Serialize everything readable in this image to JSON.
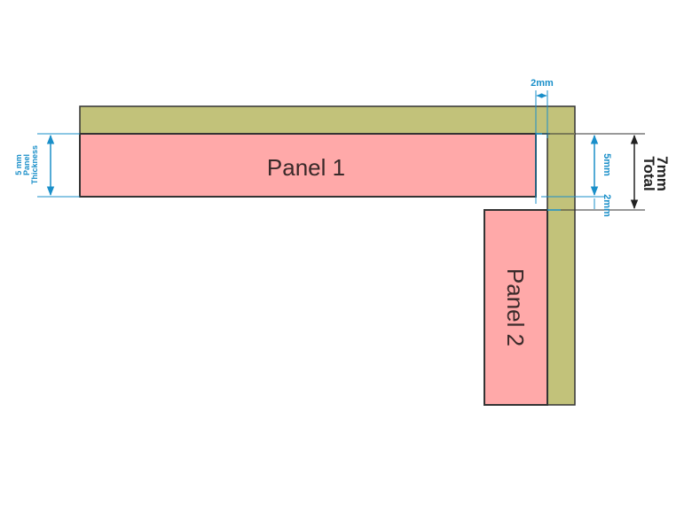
{
  "colors": {
    "wood": "#c2c27a",
    "panel": "#ffa9a9",
    "dimension": "#1a8fc9",
    "outline": "#333333"
  },
  "panels": {
    "panel1": "Panel 1",
    "panel2": "Panel 2"
  },
  "dimensions": {
    "left_value": "5 mm",
    "left_line2": "Panel",
    "left_line3": "Thickness",
    "gap_top": "2mm",
    "right_panel": "5mm",
    "right_gap": "2mm",
    "total_value": "7mm",
    "total_label": "Total"
  }
}
